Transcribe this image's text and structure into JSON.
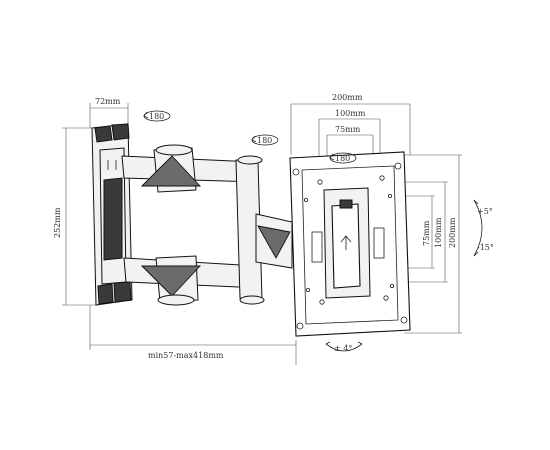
{
  "dimensions": {
    "wall_plate_width": "72mm",
    "height": "252mm",
    "extension": "min57-max418mm",
    "vesa_outer_width": "200mm",
    "vesa_mid_width": "100mm",
    "vesa_inner_width": "75mm",
    "vesa_inner_height": "75mm",
    "vesa_mid_height": "100mm",
    "vesa_outer_height": "200mm"
  },
  "rotations": {
    "wall_swivel": "180",
    "arm_swivel": "180",
    "head_swivel": "180",
    "level_adjust": "± 4°"
  },
  "tilt": {
    "up": "+5°",
    "down": "-15°"
  },
  "colors": {
    "line": "#111111",
    "dim_line": "#555555",
    "fill_light": "#f2f2f2",
    "fill_dark": "#3a3a3a"
  }
}
